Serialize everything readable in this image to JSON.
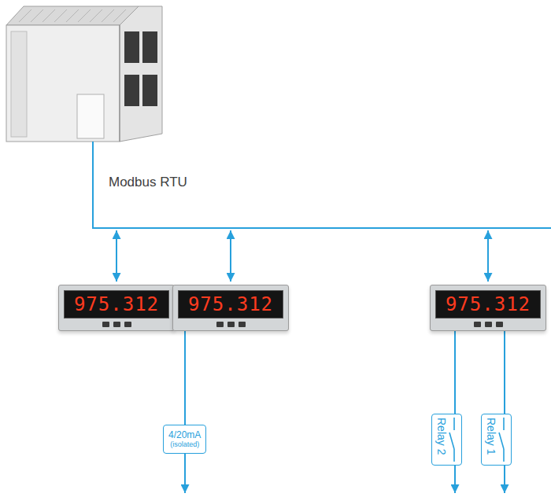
{
  "diagram": {
    "nodes": [
      {
        "text": [
          "975.312"
        ]
      },
      {
        "text": [
          "975.312"
        ]
      },
      {
        "text": [
          "975.312"
        ]
      },
      {
        "text": [
          "4/20mA",
          "(isolated)"
        ]
      },
      {
        "text": [
          "Relay 2"
        ]
      },
      {
        "text": [
          "Relay 1"
        ]
      }
    ],
    "edges": [
      {
        "from": 1,
        "to": 3,
        "arrow": "none"
      },
      {
        "from": 2,
        "to": 4,
        "arrow": "none"
      },
      {
        "from": 2,
        "to": 5,
        "arrow": "none"
      }
    ],
    "labels": [
      "Modbus RTU"
    ]
  }
}
